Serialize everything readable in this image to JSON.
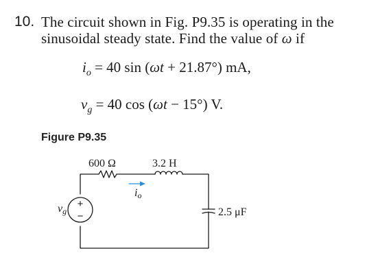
{
  "problem": {
    "number": "10.",
    "line1": "The circuit shown in Fig. P9.35 is operating in the",
    "line2": "sinusoidal steady state. Find the value of",
    "omega": "ω",
    "line2_end": "if",
    "eq1_var": "i",
    "eq1_sub": "o",
    "eq1_rhs": "= 40 sin (",
    "eq1_wt": "ωt",
    "eq1_tail": "+ 21.87°) mA,",
    "eq2_var": "v",
    "eq2_sub": "g",
    "eq2_rhs": "= 40 cos (",
    "eq2_wt": "ωt",
    "eq2_tail": "− 15°) V."
  },
  "figure": {
    "title": "Figure P9.35",
    "resistor_label": "600 Ω",
    "inductor_label": "3.2 H",
    "current_label_var": "i",
    "current_label_sub": "o",
    "source_label_var": "v",
    "source_label_sub": "g",
    "source_plus": "+",
    "source_minus": "−",
    "capacitor_label": "2.5 μF"
  }
}
